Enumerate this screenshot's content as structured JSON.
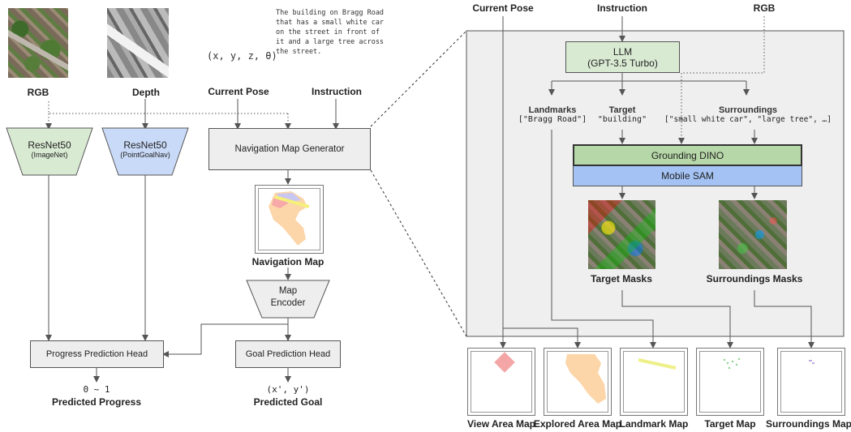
{
  "left": {
    "rgb_label": "RGB",
    "depth_label": "Depth",
    "pose_symbol": "(x, y, z, θ)",
    "instruction_text": [
      "The building on Bragg Road",
      "that has a small white car",
      "on the street in front of",
      "it and a large tree across",
      "the street."
    ],
    "current_pose_label": "Current Pose",
    "instruction_label": "Instruction",
    "resnet_rgb": {
      "title": "ResNet50",
      "sub": "(ImageNet)"
    },
    "resnet_depth": {
      "title": "ResNet50",
      "sub": "(PointGoalNav)"
    },
    "nav_map_generator": "Navigation Map Generator",
    "navigation_map_label": "Navigation Map",
    "map_encoder": [
      "Map",
      "Encoder"
    ],
    "progress_head": "Progress Prediction Head",
    "goal_head": "Goal Prediction Head",
    "progress_value": "0 ~ 1",
    "predicted_progress": "Predicted Progress",
    "goal_value": "(x', y')",
    "predicted_goal": "Predicted Goal"
  },
  "right": {
    "current_pose_label": "Current Pose",
    "instruction_label": "Instruction",
    "rgb_label": "RGB",
    "llm": [
      "LLM",
      "(GPT-3.5 Turbo)"
    ],
    "landmarks": {
      "title": "Landmarks",
      "value": "[\"Bragg Road\"]"
    },
    "target": {
      "title": "Target",
      "value": "\"building\""
    },
    "surroundings": {
      "title": "Surroundings",
      "value": "[\"small white car\", \"large tree\", …]"
    },
    "grounding_dino": "Grounding DINO",
    "mobile_sam": "Mobile SAM",
    "target_masks": "Target Masks",
    "surroundings_masks": "Surroundings Masks",
    "maps": [
      "View Area Map",
      "Explored Area Map",
      "Landmark Map",
      "Target Map",
      "Surroundings Map"
    ]
  },
  "colors": {
    "green_fill": "#d9ead3",
    "green_dark": "#b6d7a8",
    "blue_fill": "#c9daf8",
    "blue_sam": "#a4c2f4",
    "gray_fill": "#eeeeee",
    "panel": "#efefef"
  }
}
